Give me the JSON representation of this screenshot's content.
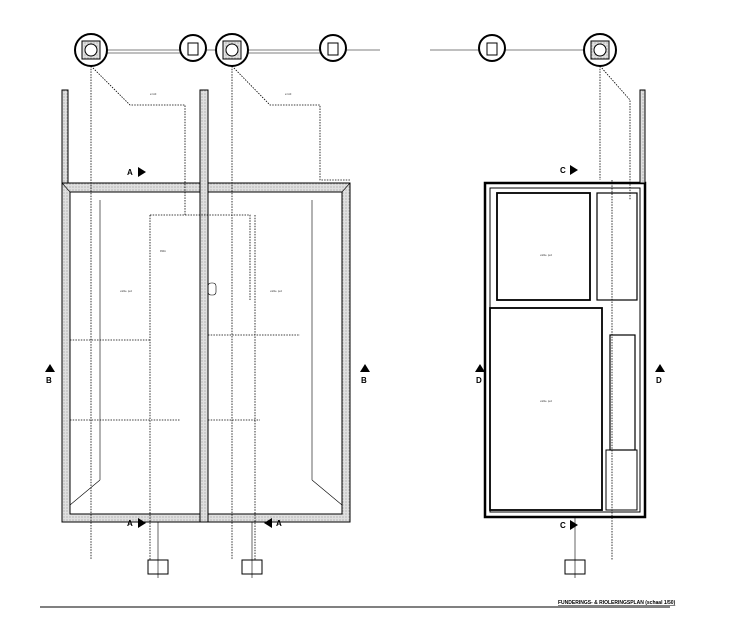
{
  "sheet_title": "FUNDERINGS- & RIOLERINGSPLAN (schaal 1/50)",
  "section_markers": {
    "a": "A",
    "b": "B",
    "c": "C",
    "d": "D"
  },
  "annotations": {
    "slope": "ø 110",
    "level": "vuilbe. peil",
    "tag": "DWA"
  }
}
